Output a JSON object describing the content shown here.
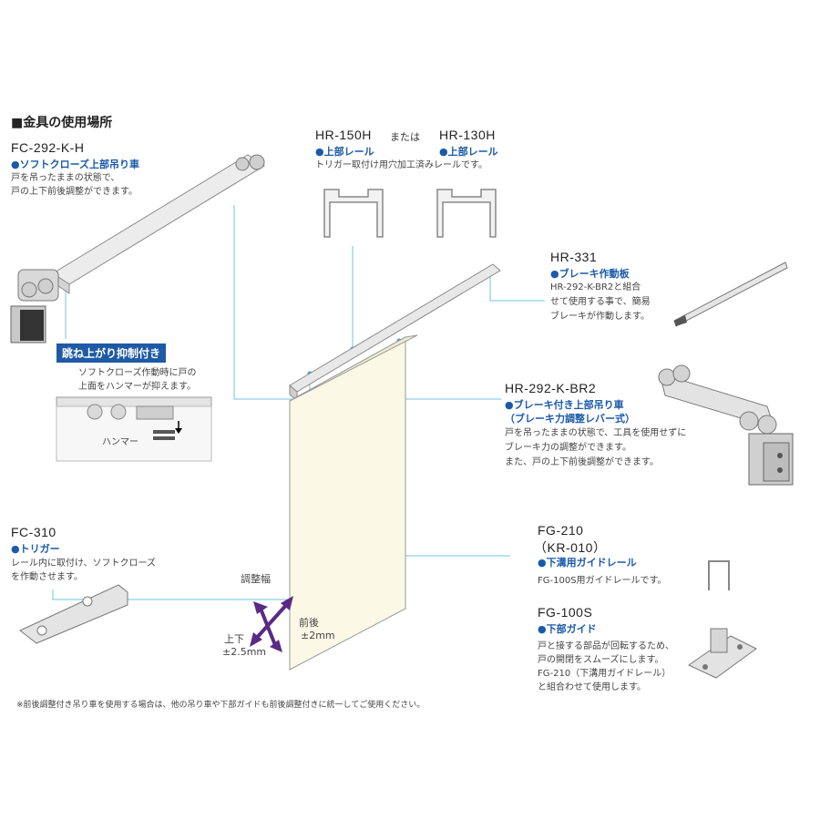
{
  "header": {
    "title": "■金具の使用場所"
  },
  "parts": {
    "fc292": {
      "code": "FC-292-K-H",
      "sub": "●ソフトクローズ上部吊り車",
      "desc1": "戸を吊ったままの状態で、",
      "desc2": "戸の上下前後調整ができます。"
    },
    "rail": {
      "code1": "HR-150H",
      "or": "または",
      "code2": "HR-130H",
      "sub1": "●上部レール",
      "sub2": "●上部レール",
      "desc": "トリガー取付け用穴加工済みレールです。"
    },
    "hr331": {
      "code": "HR-331",
      "sub": "●ブレーキ作動板",
      "desc1": "HR-292-K-BR2と組合",
      "desc2": "せて使用する事で、簡易",
      "desc3": "ブレーキが作動します。"
    },
    "hr292": {
      "code": "HR-292-K-BR2",
      "sub1": "●ブレーキ付き上部吊り車",
      "sub2": "（ブレーキ力調整レバー式）",
      "desc1": "戸を吊ったままの状態で、工具を使用せずに",
      "desc2": "ブレーキ力の調整ができます。",
      "desc3": "また、戸の上下前後調整ができます。"
    },
    "feature": {
      "badge": "跳ね上がり抑制付き",
      "desc1": "ソフトクローズ作動時に戸の",
      "desc2": "上面をハンマーが抑えます。",
      "hammer": "ハンマー"
    },
    "fc310": {
      "code": "FC-310",
      "sub": "●トリガー",
      "desc1": "レール内に取付け、ソフトクローズ",
      "desc2": "を作動させます。"
    },
    "fg210": {
      "code": "FG-210",
      "code2": "（KR-010）",
      "sub": "●下溝用ガイドレール",
      "desc": "FG-100S用ガイドレールです。"
    },
    "fg100": {
      "code": "FG-100S",
      "sub": "●下部ガイド",
      "desc1": "戸と接する部品が回転するため、",
      "desc2": "戸の開閉をスムーズにします。",
      "desc3": "FG-210（下溝用ガイドレール）",
      "desc4": "と組合わせて使用します。"
    }
  },
  "adjust": {
    "label": "調整幅",
    "fb1": "前後",
    "fb2": "±2mm",
    "ud1": "上下",
    "ud2": "±2.5mm"
  },
  "footnote": "※前後調整付き吊り車を使用する場合は、他の吊り車や下部ガイドも前後調整付きに統一してご使用ください。",
  "colors": {
    "accent": "#1a5aa8",
    "door": "#fbf8e6",
    "leader": "#6fc3e6",
    "arrow": "#5a2a86"
  }
}
